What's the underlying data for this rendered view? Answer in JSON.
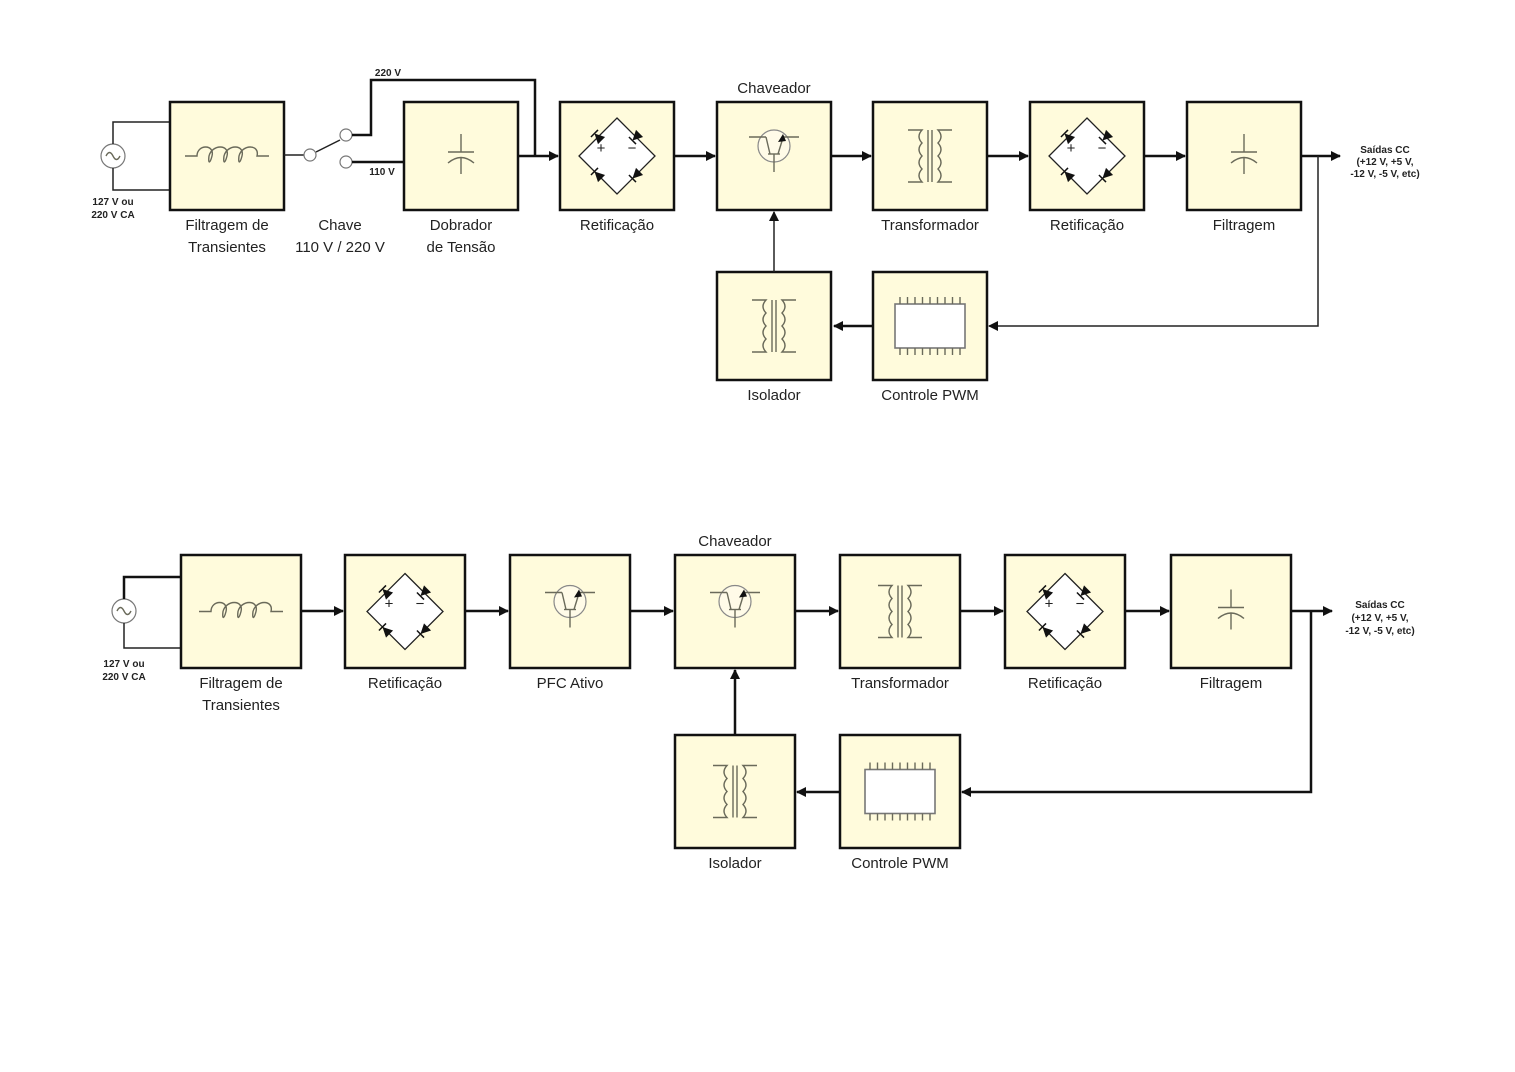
{
  "diagram_top": {
    "source_label": [
      "127 V ou",
      "220 V CA"
    ],
    "switch_220": "220 V",
    "switch_110": "110 V",
    "blocks": [
      {
        "id": "filtragem-transientes",
        "label": [
          "Filtragem de",
          "Transientes"
        ],
        "symbol": "inductor-icon"
      },
      {
        "id": "chave",
        "label": [
          "Chave",
          "110 V / 220 V"
        ],
        "symbol": "switch-icon"
      },
      {
        "id": "dobrador",
        "label": [
          "Dobrador",
          "de Tensão"
        ],
        "symbol": "capacitor-icon"
      },
      {
        "id": "retificacao-1",
        "label": [
          "Retificação"
        ],
        "symbol": "bridge-rectifier-icon"
      },
      {
        "id": "chaveador",
        "label": [
          "Chaveador"
        ],
        "symbol": "transistor-icon"
      },
      {
        "id": "transformador",
        "label": [
          "Transformador"
        ],
        "symbol": "transformer-icon"
      },
      {
        "id": "retificacao-2",
        "label": [
          "Retificação"
        ],
        "symbol": "bridge-rectifier-icon"
      },
      {
        "id": "filtragem",
        "label": [
          "Filtragem"
        ],
        "symbol": "capacitor-icon"
      },
      {
        "id": "isolador",
        "label": [
          "Isolador"
        ],
        "symbol": "transformer-icon"
      },
      {
        "id": "controle-pwm",
        "label": [
          "Controle PWM"
        ],
        "symbol": "ic-chip-icon"
      }
    ],
    "output_label": [
      "Saídas CC",
      "(+12 V, +5 V,",
      "-12 V, -5 V, etc)"
    ]
  },
  "diagram_bottom": {
    "source_label": [
      "127 V ou",
      "220 V CA"
    ],
    "blocks": [
      {
        "id": "filtragem-transientes",
        "label": [
          "Filtragem de",
          "Transientes"
        ],
        "symbol": "inductor-icon"
      },
      {
        "id": "retificacao-1",
        "label": [
          "Retificação"
        ],
        "symbol": "bridge-rectifier-icon"
      },
      {
        "id": "pfc-ativo",
        "label": [
          "PFC Ativo"
        ],
        "symbol": "transistor-icon"
      },
      {
        "id": "chaveador",
        "label": [
          "Chaveador"
        ],
        "symbol": "transistor-icon"
      },
      {
        "id": "transformador",
        "label": [
          "Transformador"
        ],
        "symbol": "transformer-icon"
      },
      {
        "id": "retificacao-2",
        "label": [
          "Retificação"
        ],
        "symbol": "bridge-rectifier-icon"
      },
      {
        "id": "filtragem",
        "label": [
          "Filtragem"
        ],
        "symbol": "capacitor-icon"
      },
      {
        "id": "isolador",
        "label": [
          "Isolador"
        ],
        "symbol": "transformer-icon"
      },
      {
        "id": "controle-pwm",
        "label": [
          "Controle PWM"
        ],
        "symbol": "ic-chip-icon"
      }
    ],
    "output_label": [
      "Saídas CC",
      "(+12 V, +5 V,",
      "-12 V, -5 V, etc)"
    ]
  },
  "colors": {
    "box_fill": "#fffbdc",
    "line": "#111111",
    "symbol": "#6a6a5a"
  }
}
